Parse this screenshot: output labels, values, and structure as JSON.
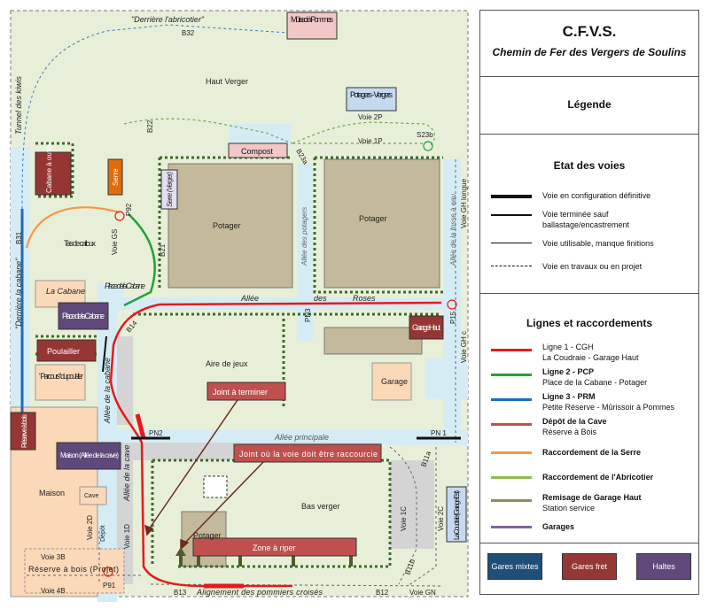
{
  "legend": {
    "title": "C.F.V.S.",
    "subtitle": "Chemin de Fer des Vergers de Soulins",
    "legend_heading": "Légende",
    "voies_heading": "Etat des voies",
    "voies": [
      {
        "style": "definitive",
        "label": "Voie en configuration définitive"
      },
      {
        "style": "terminee",
        "label": "Voie terminée sauf ballastage/encastrement"
      },
      {
        "style": "utilisable",
        "label": "Voie utilisable, manque finitions"
      },
      {
        "style": "travaux",
        "label": "Voie en travaux ou en projet"
      }
    ],
    "lignes_heading": "Lignes et raccordements",
    "lignes": [
      {
        "name": "Ligne 1 - CGH",
        "detail": "La Coudraie - Garage Haut",
        "color": "#e8191b"
      },
      {
        "name": "Ligne 2 - PCP",
        "detail": "Place de la Cabane - Potager",
        "color": "#21a23a"
      },
      {
        "name": "Ligne 3 - PRM",
        "detail": "Petite Réserve - Mûrissoir à Pommes",
        "color": "#1f6db5"
      },
      {
        "name": "Dépôt de la Cave",
        "detail": "Réserve à Bois",
        "color": "#c0504d"
      },
      {
        "name": "Raccordement de la Serre",
        "detail": "",
        "color": "#f79646"
      },
      {
        "name": "Raccordement de l'Abricotier",
        "detail": "",
        "color": "#8fbc4e"
      },
      {
        "name": "Remisage de Garage Haut",
        "detail": "Station service",
        "color": "#948a54"
      },
      {
        "name": "Garages",
        "detail": "",
        "color": "#8064a2"
      }
    ],
    "gares": [
      {
        "label": "Gares mixtes",
        "color": "#1f4e79"
      },
      {
        "label": "Gares fret",
        "color": "#953735"
      },
      {
        "label": "Haltes",
        "color": "#5f497a"
      }
    ]
  },
  "map": {
    "stations": {
      "murissoir": "Mûrissoir à Pommes",
      "potagers_vergers": "Potagers - Vergers",
      "compost": "Compost",
      "cabane_outils": "Cabane à outils",
      "serre": "Serre",
      "serre_verger": "Serre (Verger)",
      "place_cabane": "Place de la Cabane",
      "garage_haut": "Garage Haut",
      "poulailler": "Poulailler",
      "reserve_bois": "Réserve à bois",
      "maison_cave": "Maison (Allée de la cave)",
      "la_coudraie": "La Coudraie (Garage Est)"
    },
    "areas": {
      "haut_verger": "Haut Verger",
      "potager1": "Potager",
      "potager2": "Potager",
      "tas_cailloux": "Tas de cailloux",
      "la_cabane": "La Cabane",
      "place_cabane_lbl": "Place de la Cabane",
      "aire_jeux": "Aire de jeux",
      "parcours": "\"Parcours\" du poulailler",
      "garage": "Garage",
      "maison": "Maison",
      "bas_verger": "Bas verger",
      "potager3": "Potager",
      "cave": "Cave",
      "depot": "Dépôt",
      "reserve_projet": "Réserve à bois (Projet)"
    },
    "paths": {
      "derriere_abricotier": "\"Derrière l'abricotier\"",
      "tunnel_kiwis": "Tunnel des kiwis",
      "derriere_cabane": "\"Derrière la cabane\"",
      "allee_potagers": "Allée des potagers",
      "allee_fosse": "Allée de la fosse à eau",
      "allee_roses_1": "Allée",
      "allee_roses_2": "des",
      "allee_roses_3": "Roses",
      "allee_cabane": "Allée de la cabane",
      "allee_cave": "Allée de la cave",
      "allee_principale": "Allée principale",
      "alignement": "Alignement des pommiers croisés"
    },
    "tracks": {
      "b32": "B32",
      "b22": "B22",
      "b23a": "B23a",
      "voie2p": "Voie 2P",
      "voie1p": "Voie 1P",
      "s23b": "S23b",
      "voie_gh_longue": "Voie GH longue",
      "b31": "B31",
      "p92": "P92",
      "voie_gs": "Voie GS",
      "b21": "B21",
      "pn3": "PN3",
      "p15": "P15",
      "voie_ghc": "Voie GH c",
      "b14": "B14",
      "pn2": "PN2",
      "pn1": "PN 1",
      "b11a": "B11a",
      "voie1c": "Voie 1C",
      "voie2c": "Voie 2C",
      "b11b": "B11b",
      "voie2d": "Voie 2D",
      "voie1d": "Voie 1D",
      "voie3b": "Voie 3B",
      "voie4b": "Voie 4B",
      "p91": "P91",
      "b13": "B13",
      "b12": "B12",
      "voie_gn": "Voie GN"
    },
    "notes": {
      "joint_terminer": "Joint à terminer",
      "joint_raccourcie": "Joint où la voie doit être raccourcie",
      "zone_riper": "Zone à riper"
    }
  }
}
